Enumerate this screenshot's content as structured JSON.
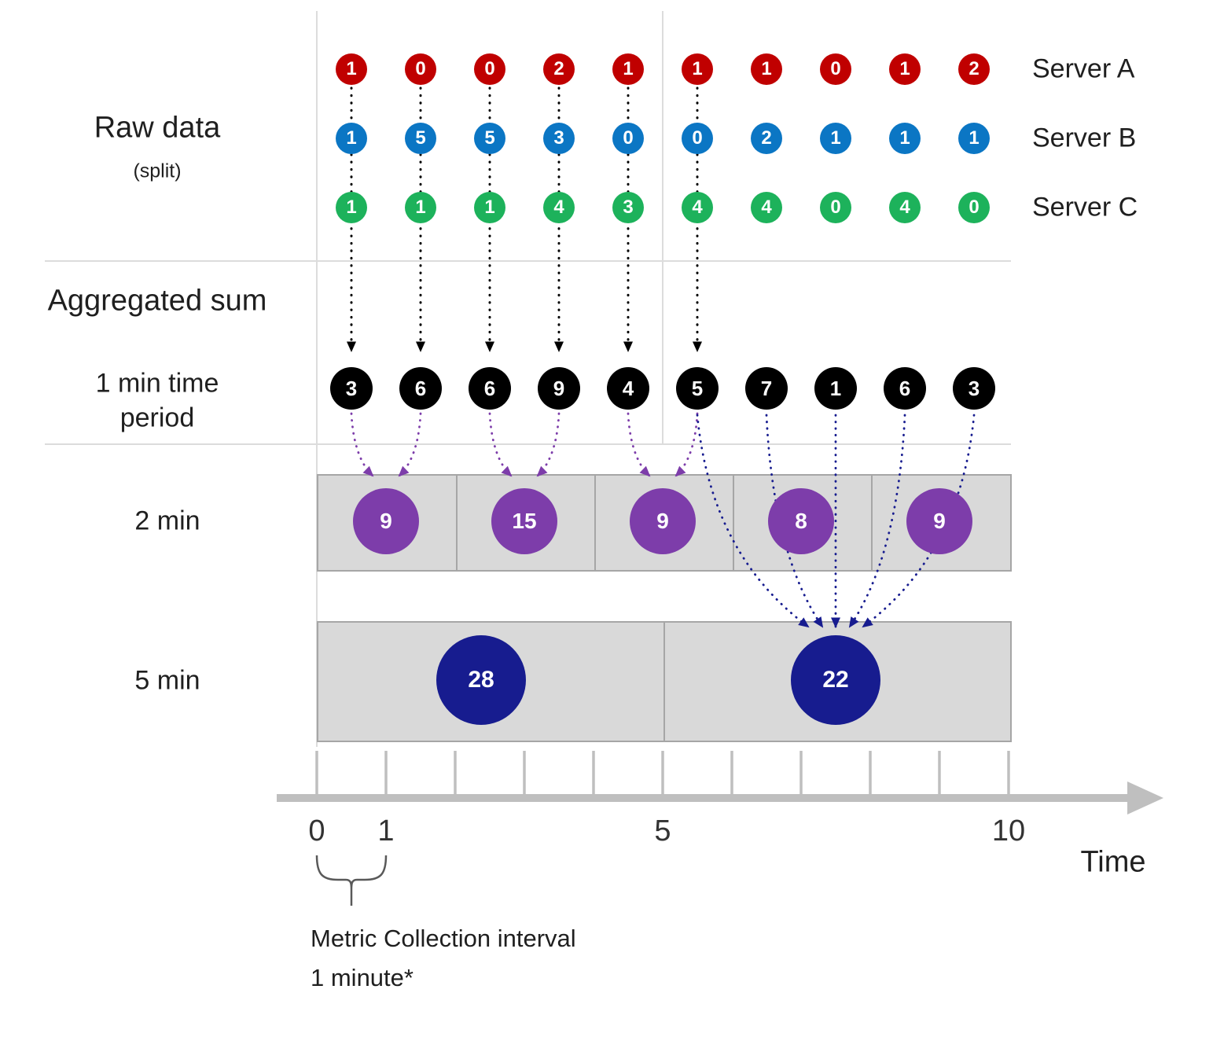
{
  "left_labels": {
    "raw_data": "Raw data",
    "split": "(split)",
    "aggregated_sum": "Aggregated sum",
    "one_min_line1": "1 min time",
    "one_min_line2": "period",
    "two_min": "2 min",
    "five_min": "5 min"
  },
  "servers": [
    {
      "label": "Server A",
      "color": "#c00000",
      "values": [
        1,
        0,
        0,
        2,
        1,
        1,
        1,
        0,
        1,
        2
      ]
    },
    {
      "label": "Server B",
      "color": "#0b76c4",
      "values": [
        1,
        5,
        5,
        3,
        0,
        0,
        2,
        1,
        1,
        1
      ]
    },
    {
      "label": "Server C",
      "color": "#1db25b",
      "values": [
        1,
        1,
        1,
        4,
        3,
        4,
        4,
        0,
        4,
        0
      ]
    }
  ],
  "aggregates": {
    "one_min": {
      "color": "#000000",
      "values": [
        3,
        6,
        6,
        9,
        4,
        5,
        7,
        1,
        6,
        3
      ]
    },
    "two_min": {
      "color": "#7d3daa",
      "values": [
        9,
        15,
        9,
        8,
        9
      ]
    },
    "five_min": {
      "color": "#171c8f",
      "values": [
        28,
        22
      ]
    }
  },
  "axis": {
    "tick_labels": [
      {
        "text": "0",
        "minute": 0
      },
      {
        "text": "1",
        "minute": 1
      },
      {
        "text": "5",
        "minute": 5
      },
      {
        "text": "10",
        "minute": 10
      }
    ],
    "title": "Time"
  },
  "annotation": {
    "line1": "Metric Collection interval",
    "line2": "1 minute*"
  },
  "style": {
    "box_fill": "#d9d9d9",
    "box_border": "#a6a6a6",
    "axis_color": "#bfbfbf",
    "separator_color": "#dcdcdc",
    "brace_color": "#595959"
  }
}
